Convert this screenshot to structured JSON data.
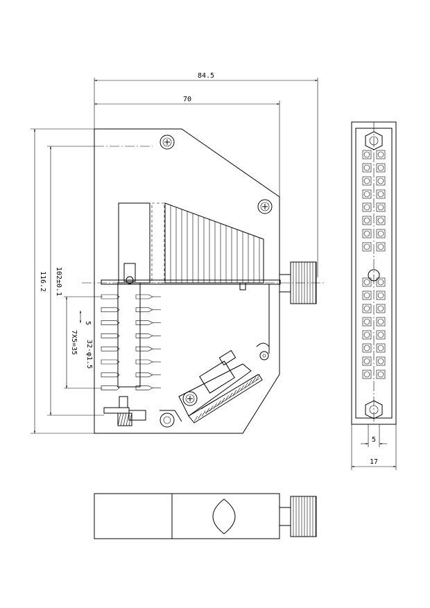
{
  "dimensions": {
    "overall_width": "84.5",
    "body_width": "70",
    "overall_height": "116.2",
    "mount_height": "102±0.1",
    "pin_pitch": "5",
    "row_span": "7X5=35",
    "hole_spec": "32-φ1.5",
    "side_width": "17",
    "side_pitch": "5"
  }
}
